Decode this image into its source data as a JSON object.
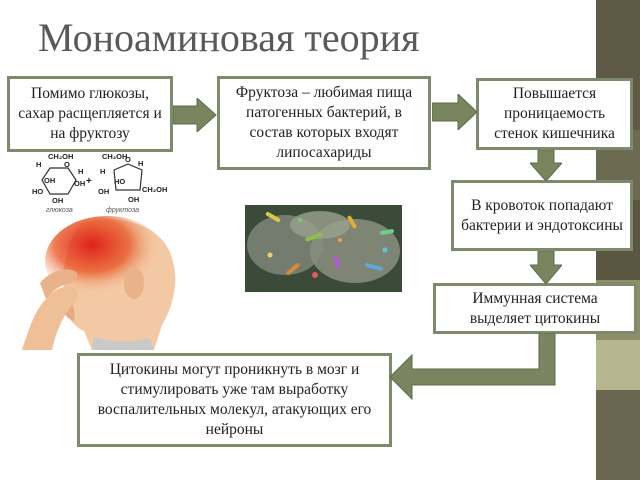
{
  "slide": {
    "title": "Моноаминовая теория",
    "accent_color": "#7d8a6b",
    "arrow_color": "#7a8560",
    "sidebar_color": "#5e5a45"
  },
  "boxes": {
    "glucose": "Помимо глюкозы, сахар расщепляется и на фруктозу",
    "fructose": "Фруктоза – любимая пища патогенных бактерий, в состав которых входят липосахариды",
    "permeability": "Повышается проницаемость стенок кишечника",
    "bloodstream": "В кровоток попадают бактерии и эндотоксины",
    "immune": "Иммунная система выделяет цитокины",
    "cytokines": "Цитокины могут проникнуть в мозг и стимулировать уже там выработку воспалительных молекул, атакующих его нейроны"
  },
  "formula": {
    "glucose_label": "глюкоза",
    "fructose_label": "фруктоза",
    "plus": "+",
    "ch2oh": "CH₂OH",
    "o": "O",
    "h": "H",
    "oh": "OH",
    "ho": "HO"
  },
  "icons": {
    "head": "headache-person-illustration",
    "bacteria": "bacteria-micrograph"
  }
}
